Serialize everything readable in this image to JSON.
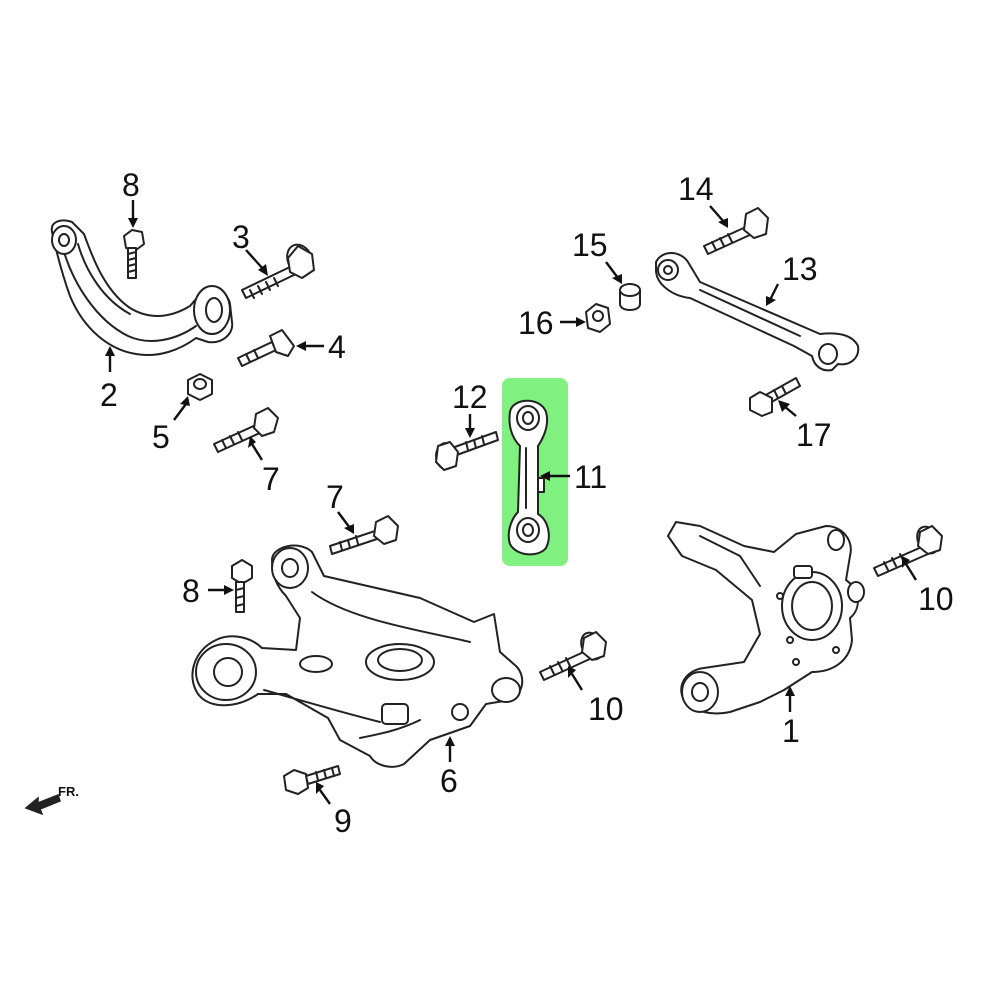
{
  "diagram": {
    "highlight_color": "#80f080",
    "line_color": "#222222",
    "front_indicator": "FR.",
    "parts": [
      {
        "key": "p1",
        "number": "1",
        "name": "knuckle"
      },
      {
        "key": "p2",
        "number": "2",
        "name": "upper-control-arm"
      },
      {
        "key": "p3",
        "number": "3",
        "name": "bolt"
      },
      {
        "key": "p4",
        "number": "4",
        "name": "cam-bolt"
      },
      {
        "key": "p5",
        "number": "5",
        "name": "nut"
      },
      {
        "key": "p6",
        "number": "6",
        "name": "subframe"
      },
      {
        "key": "p7a",
        "number": "7",
        "name": "bolt"
      },
      {
        "key": "p7b",
        "number": "7",
        "name": "bolt"
      },
      {
        "key": "p8a",
        "number": "8",
        "name": "bolt"
      },
      {
        "key": "p8b",
        "number": "8",
        "name": "bolt"
      },
      {
        "key": "p9",
        "number": "9",
        "name": "bolt"
      },
      {
        "key": "p10a",
        "number": "10",
        "name": "bolt"
      },
      {
        "key": "p10b",
        "number": "10",
        "name": "bolt"
      },
      {
        "key": "p11",
        "number": "11",
        "name": "toe-link",
        "highlighted": true
      },
      {
        "key": "p12",
        "number": "12",
        "name": "bolt"
      },
      {
        "key": "p13",
        "number": "13",
        "name": "lateral-link"
      },
      {
        "key": "p14",
        "number": "14",
        "name": "bolt"
      },
      {
        "key": "p15",
        "number": "15",
        "name": "bushing"
      },
      {
        "key": "p16",
        "number": "16",
        "name": "nut"
      },
      {
        "key": "p17",
        "number": "17",
        "name": "bolt"
      }
    ],
    "labels": {
      "p1": "1",
      "p2": "2",
      "p3": "3",
      "p4": "4",
      "p5": "5",
      "p6": "6",
      "p7a": "7",
      "p7b": "7",
      "p8a": "8",
      "p8b": "8",
      "p9": "9",
      "p10a": "10",
      "p10b": "10",
      "p11": "11",
      "p12": "12",
      "p13": "13",
      "p14": "14",
      "p15": "15",
      "p16": "16",
      "p17": "17"
    }
  }
}
